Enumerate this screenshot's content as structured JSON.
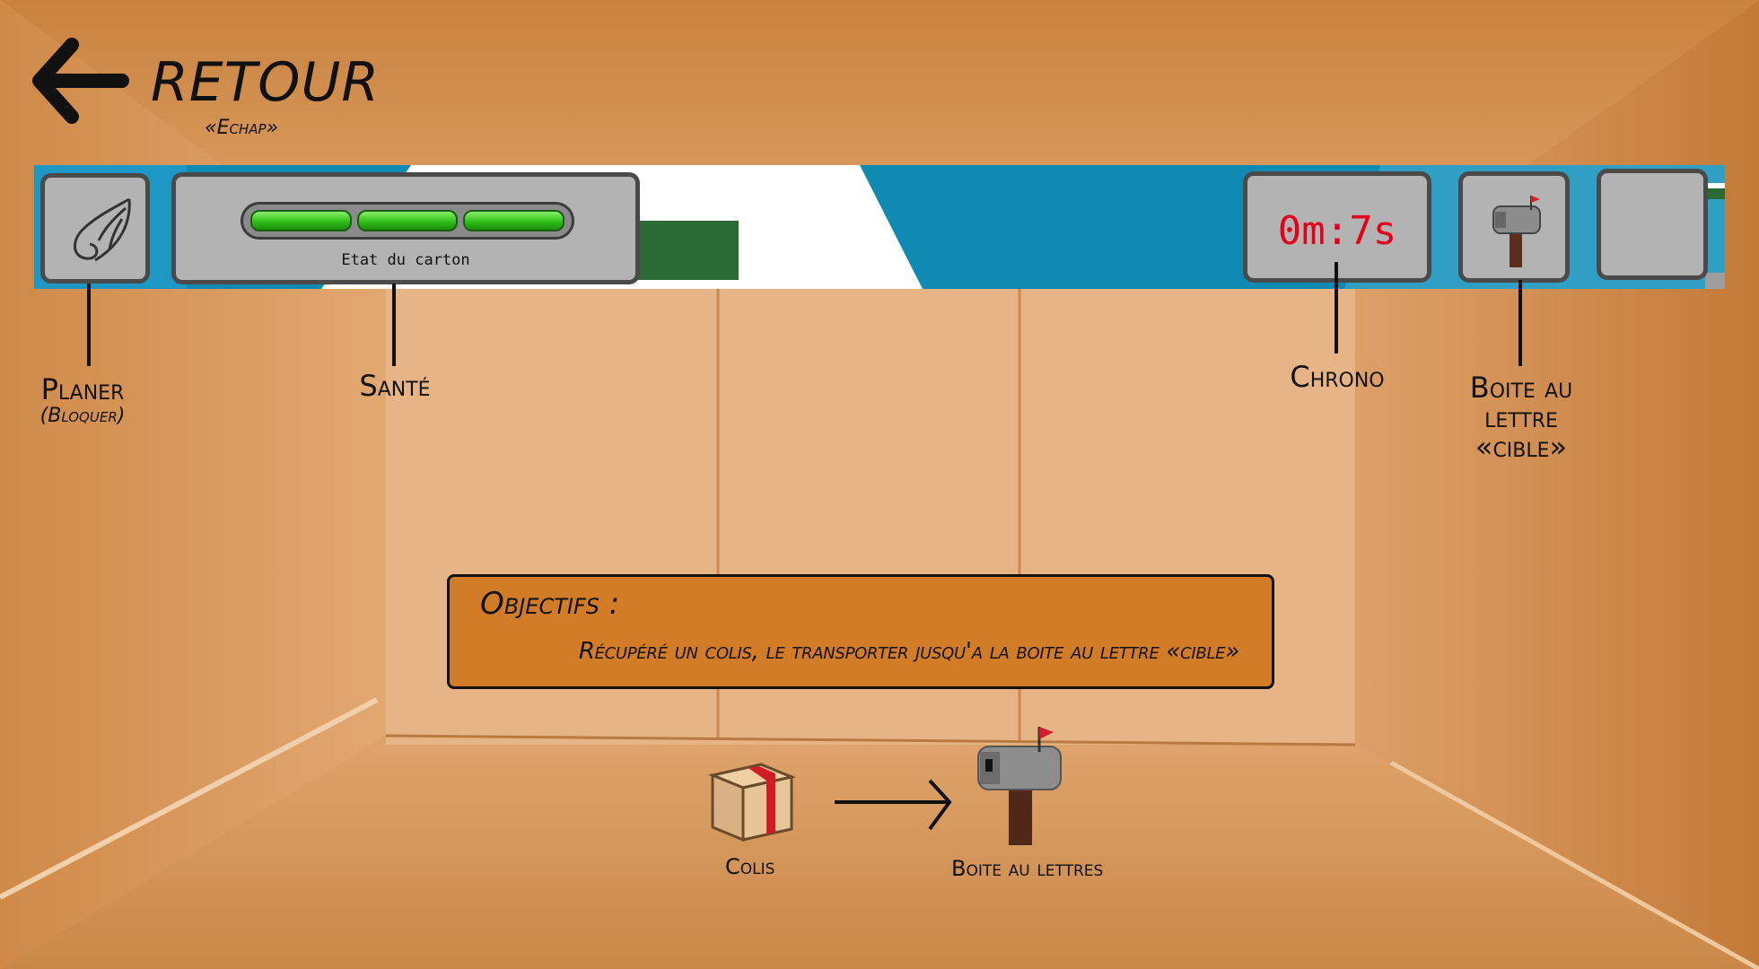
{
  "back": {
    "label": "RETOUR",
    "hint": "«Echap»"
  },
  "hud": {
    "health_caption": "Etat du carton",
    "health_segments_filled": 3,
    "health_segments_total": 3,
    "chrono": "0m:7s"
  },
  "labels": {
    "planer": "Planer",
    "planer_sub": "(Bloquer)",
    "sante": "Santé",
    "chrono": "Chrono",
    "target_line1": "Boite au",
    "target_line2": "lettre",
    "target_line3": "«cible»"
  },
  "objectives": {
    "title": "Objectifs :",
    "text": "Récupéré un colis, le transporter jusqu'a la boite au lettre «cible»"
  },
  "diagram": {
    "parcel_label": "Colis",
    "mailbox_label": "Boite au lettres"
  },
  "colors": {
    "cardboard": "#d99a5e",
    "panel": "#d27c28",
    "chrono_text": "#e4001b",
    "health_green": "#2fbf17"
  },
  "icons": [
    "back-arrow-icon",
    "wing-icon",
    "mailbox-icon",
    "parcel-icon",
    "arrow-right-icon"
  ]
}
